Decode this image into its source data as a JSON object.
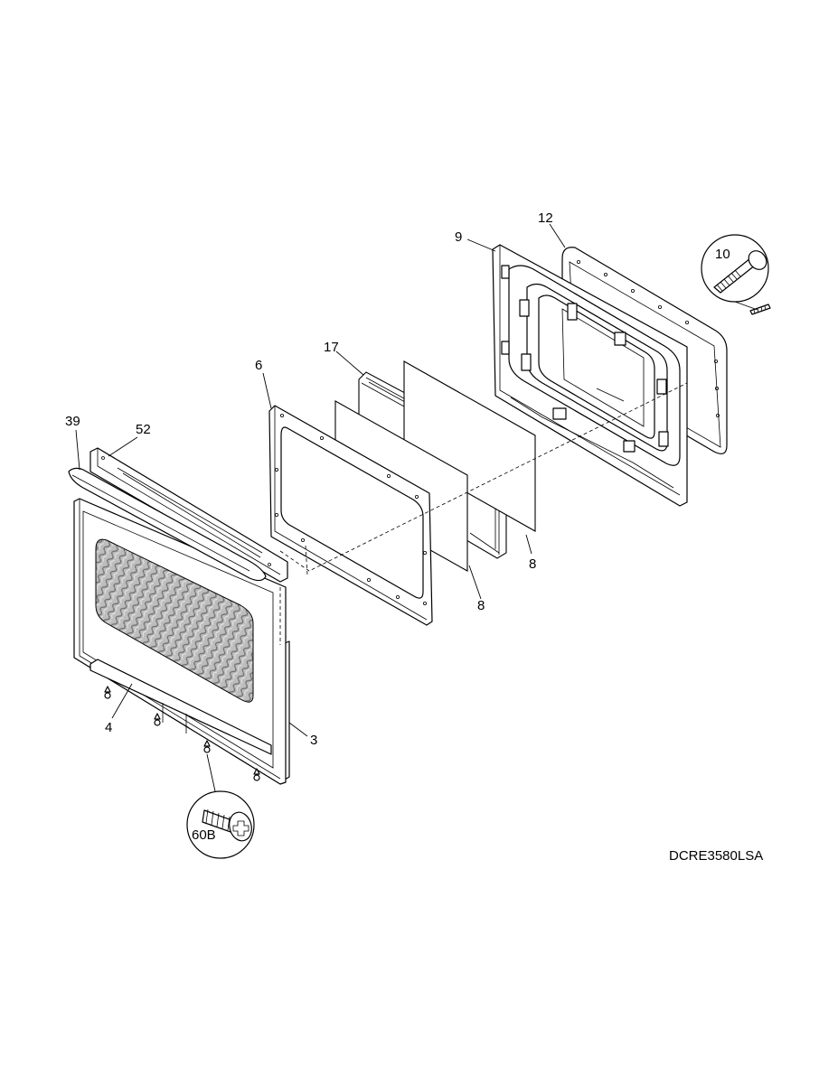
{
  "diagram": {
    "callouts": {
      "c39": "39",
      "c52": "52",
      "c6": "6",
      "c17": "17",
      "c9": "9",
      "c12": "12",
      "c10": "10",
      "c8a": "8",
      "c8b": "8",
      "c4": "4",
      "c3": "3",
      "c60b": "60B"
    },
    "model_code": "DCRE3580LSA"
  }
}
